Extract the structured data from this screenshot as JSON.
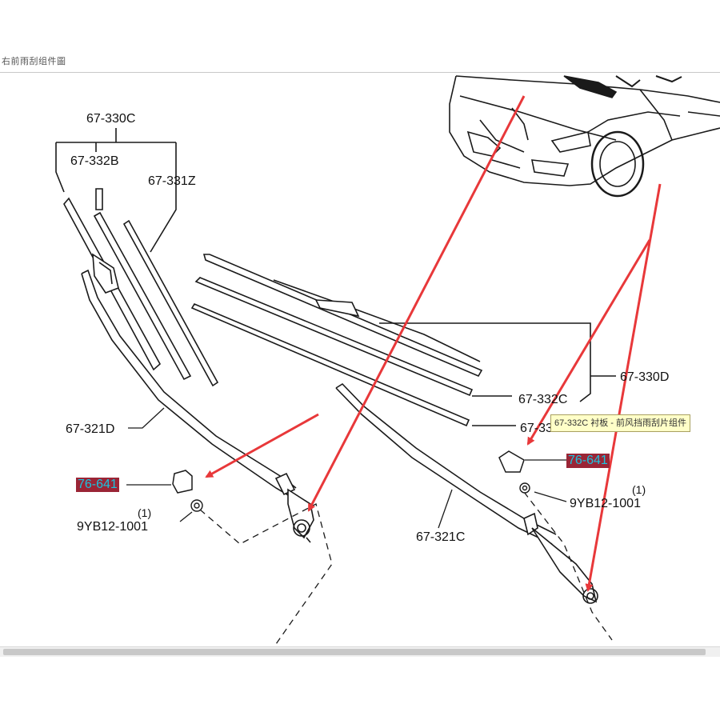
{
  "window": {
    "title": "右前雨刮组件圖"
  },
  "tooltip": {
    "text": "67-332C 衬板 - 前风挡雨刮片组件"
  },
  "parts": {
    "p330C": "67-330C",
    "p332B": "67-332B",
    "p331Z": "67-331Z",
    "p321D": "67-321D",
    "p330D": "67-330D",
    "p332C": "67-332C",
    "p331": "67-331",
    "p321C": "67-321C",
    "cap_left": "76-641",
    "cap_right": "76-641",
    "nut_left": "9YB12-1001",
    "nut_right": "9YB12-1001",
    "qty_left": "(1)",
    "qty_right": "(1)"
  },
  "colors": {
    "line": "#1a1a1a",
    "arrow": "#e8383a",
    "highlight_bg": "#9a2536",
    "highlight_text": "#19c4df",
    "tooltip_bg": "#ffffc8"
  }
}
